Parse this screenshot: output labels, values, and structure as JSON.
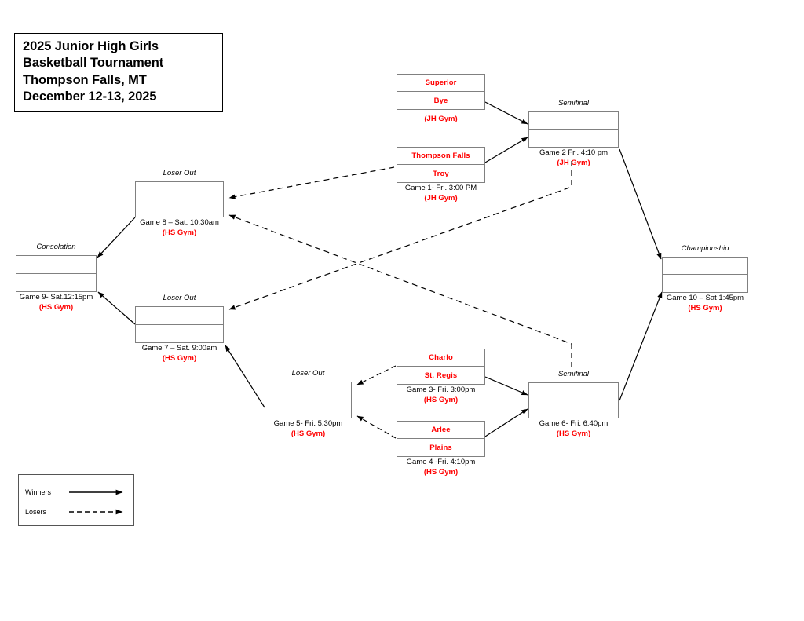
{
  "title": {
    "lines": [
      "2025 Junior High Girls",
      "Basketball Tournament",
      "Thompson Falls, MT",
      "December 12-13, 2025"
    ]
  },
  "colors": {
    "team_text": "#ff0000",
    "gym_text": "#ff0000",
    "label_text": "#000000",
    "box_border": "#808080",
    "winner_line": "#000000",
    "loser_line": "#000000"
  },
  "legend": {
    "winners_label": "Winners",
    "losers_label": "Losers"
  },
  "games": [
    {
      "id": "game1",
      "header": "",
      "top": "Thompson Falls",
      "bottom": "Troy",
      "time": "Game 1- Fri. 3:00 PM",
      "gym": "(JH Gym)"
    },
    {
      "id": "game-superior-bye",
      "header": "",
      "top": "Superior",
      "bottom": "Bye",
      "time": "",
      "gym": "(JH Gym)"
    },
    {
      "id": "game2",
      "header": "Semifinal",
      "top": "",
      "bottom": "",
      "time": "Game 2 Fri. 4:10 pm",
      "gym": "(JH Gym)"
    },
    {
      "id": "game3",
      "header": "",
      "top": "Charlo",
      "bottom": "St. Regis",
      "time": "Game 3- Fri. 3:00pm",
      "gym": "(HS Gym)"
    },
    {
      "id": "game4",
      "header": "",
      "top": "Arlee",
      "bottom": "Plains",
      "time": "Game 4 -Fri. 4:10pm",
      "gym": "(HS Gym)"
    },
    {
      "id": "game5",
      "header": "Loser Out",
      "top": "",
      "bottom": "",
      "time": "Game 5- Fri. 5:30pm",
      "gym": "(HS Gym)"
    },
    {
      "id": "game6",
      "header": "Semifinal",
      "top": "",
      "bottom": "",
      "time": "Game 6- Fri. 6:40pm",
      "gym": "(HS Gym)"
    },
    {
      "id": "game7",
      "header": "Loser Out",
      "top": "",
      "bottom": "",
      "time": "Game 7 – Sat. 9:00am",
      "gym": "(HS Gym)"
    },
    {
      "id": "game8",
      "header": "Loser Out",
      "top": "",
      "bottom": "",
      "time": "Game 8 – Sat. 10:30am",
      "gym": "(HS Gym)"
    },
    {
      "id": "game9",
      "header": "Consolation",
      "top": "",
      "bottom": "",
      "time": "Game 9- Sat.12:15pm",
      "gym": "(HS Gym)"
    },
    {
      "id": "game10",
      "header": "Championship",
      "top": "",
      "bottom": "",
      "time": "Game 10 – Sat 1:45pm",
      "gym": "(HS Gym)"
    }
  ]
}
